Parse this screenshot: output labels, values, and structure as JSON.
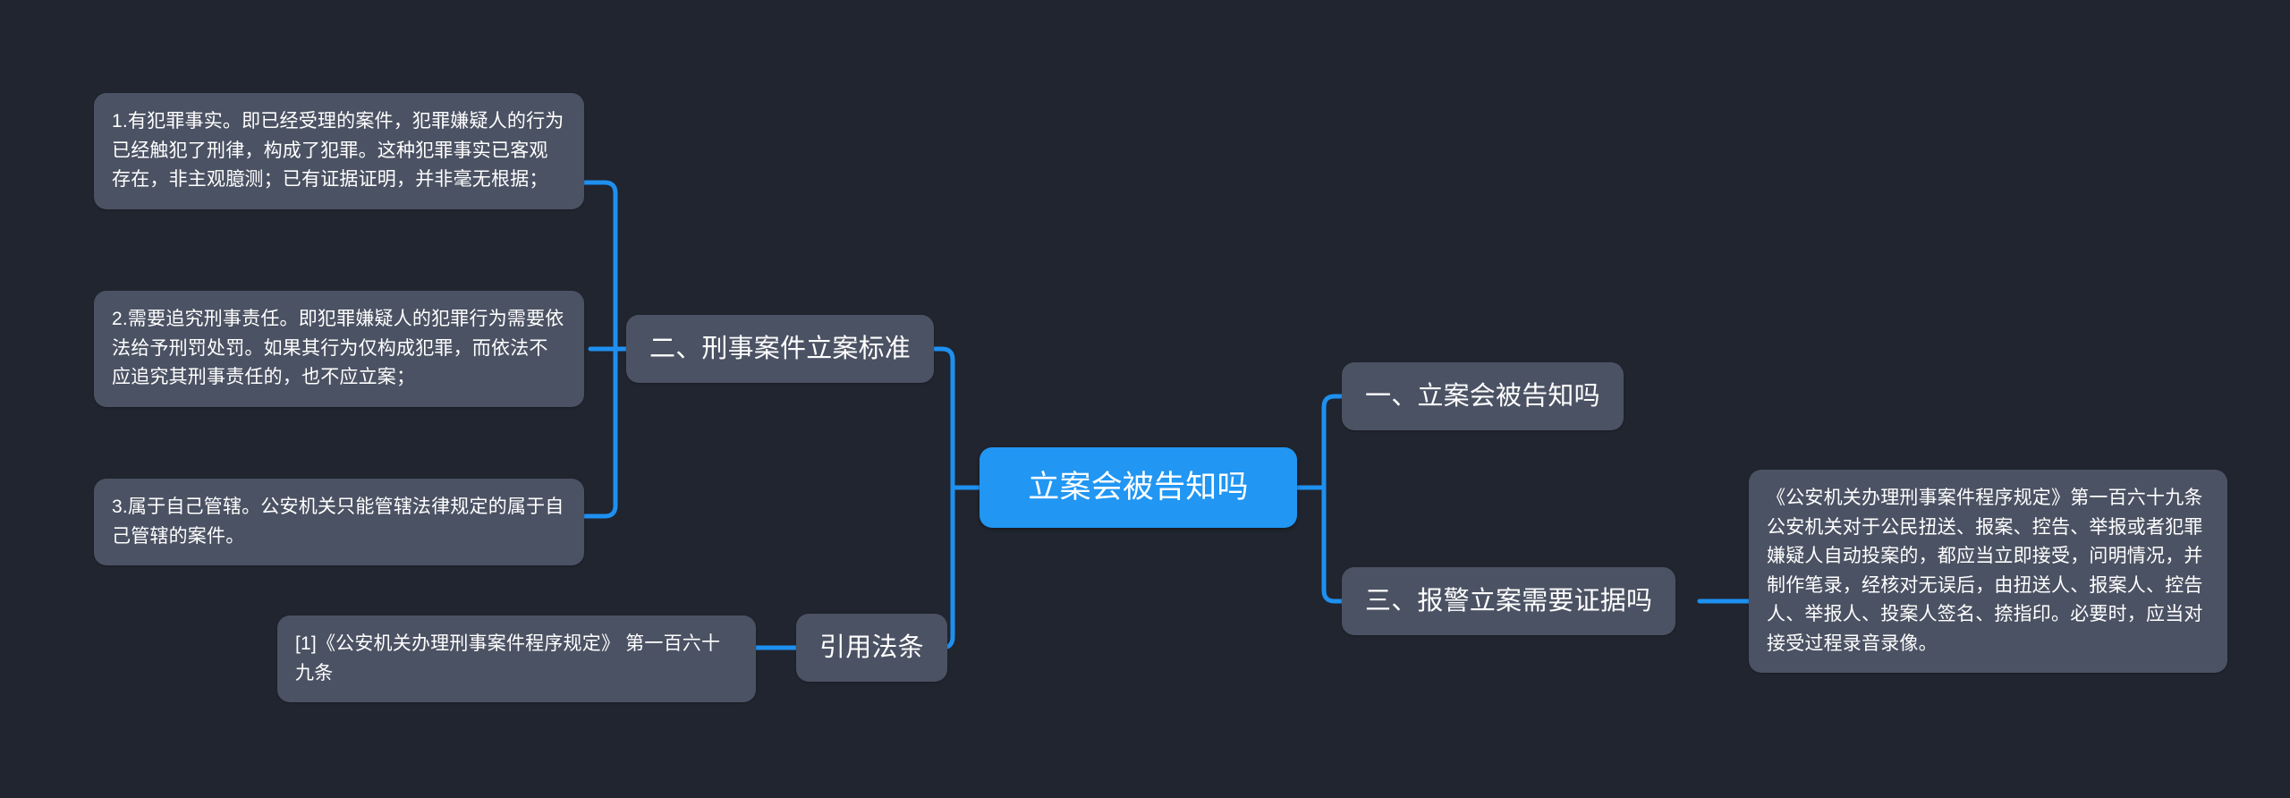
{
  "theme": {
    "background": "#21252f",
    "node_fill": "#4b5263",
    "root_fill": "#2196f3",
    "link_color": "#1e90f0",
    "text_color": "#ffffff"
  },
  "mindmap": {
    "root": {
      "label": "立案会被告知吗"
    },
    "left_branches": [
      {
        "label": "二、刑事案件立案标准",
        "children": [
          {
            "label": "1.有犯罪事实。即已经受理的案件，犯罪嫌疑人的行为已经触犯了刑律，构成了犯罪。这种犯罪事实已客观存在，非主观臆测；已有证据证明，并非毫无根据；"
          },
          {
            "label": "2.需要追究刑事责任。即犯罪嫌疑人的犯罪行为需要依法给予刑罚处罚。如果其行为仅构成犯罪，而依法不应追究其刑事责任的，也不应立案；"
          },
          {
            "label": "3.属于自己管辖。公安机关只能管辖法律规定的属于自己管辖的案件。"
          }
        ]
      },
      {
        "label": "引用法条",
        "children": [
          {
            "label": "[1]《公安机关办理刑事案件程序规定》 第一百六十九条"
          }
        ]
      }
    ],
    "right_branches": [
      {
        "label": "一、立案会被告知吗",
        "children": []
      },
      {
        "label": "三、报警立案需要证据吗",
        "children": [
          {
            "label": "《公安机关办理刑事案件程序规定》第一百六十九条公安机关对于公民扭送、报案、控告、举报或者犯罪嫌疑人自动投案的，都应当立即接受，问明情况，并制作笔录，经核对无误后，由扭送人、报案人、控告人、举报人、投案人签名、捺指印。必要时，应当对接受过程录音录像。"
          }
        ]
      }
    ]
  }
}
